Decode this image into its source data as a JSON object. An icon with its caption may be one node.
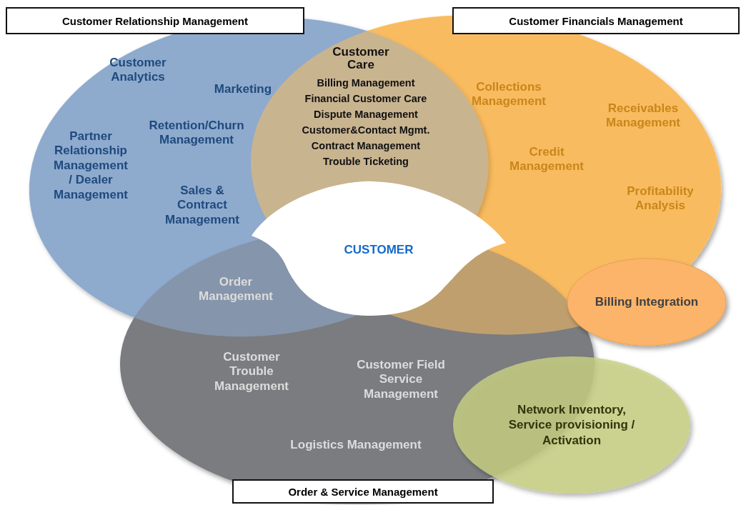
{
  "diagram": {
    "nodes": [
      {
        "text": [
          "Customer Relationship Management"
        ]
      },
      {
        "text": [
          "Customer Financials Management"
        ]
      },
      {
        "text": [
          "Order & Service Management"
        ]
      },
      {
        "text": [
          "CUSTOMER"
        ]
      },
      {
        "text": [
          "Billing Integration"
        ]
      },
      {
        "text": [
          "Network Inventory, Service provisioning / Activation"
        ]
      }
    ],
    "labels": [
      "Customer Analytics",
      "Marketing",
      "Partner Relationship Management / Dealer Management",
      "Retention/Churn Management",
      "Sales & Contract Management",
      "Customer Care",
      "Billing Management",
      "Financial Customer Care",
      "Dispute Management",
      "Customer&Contact Mgmt.",
      "Contract Management",
      "Trouble Ticketing",
      "Collections Management",
      "Receivables Management",
      "Credit Management",
      "Profitability Analysis",
      "Order Management",
      "Customer Trouble Management",
      "Customer Field Service Management",
      "Logistics Management"
    ]
  }
}
